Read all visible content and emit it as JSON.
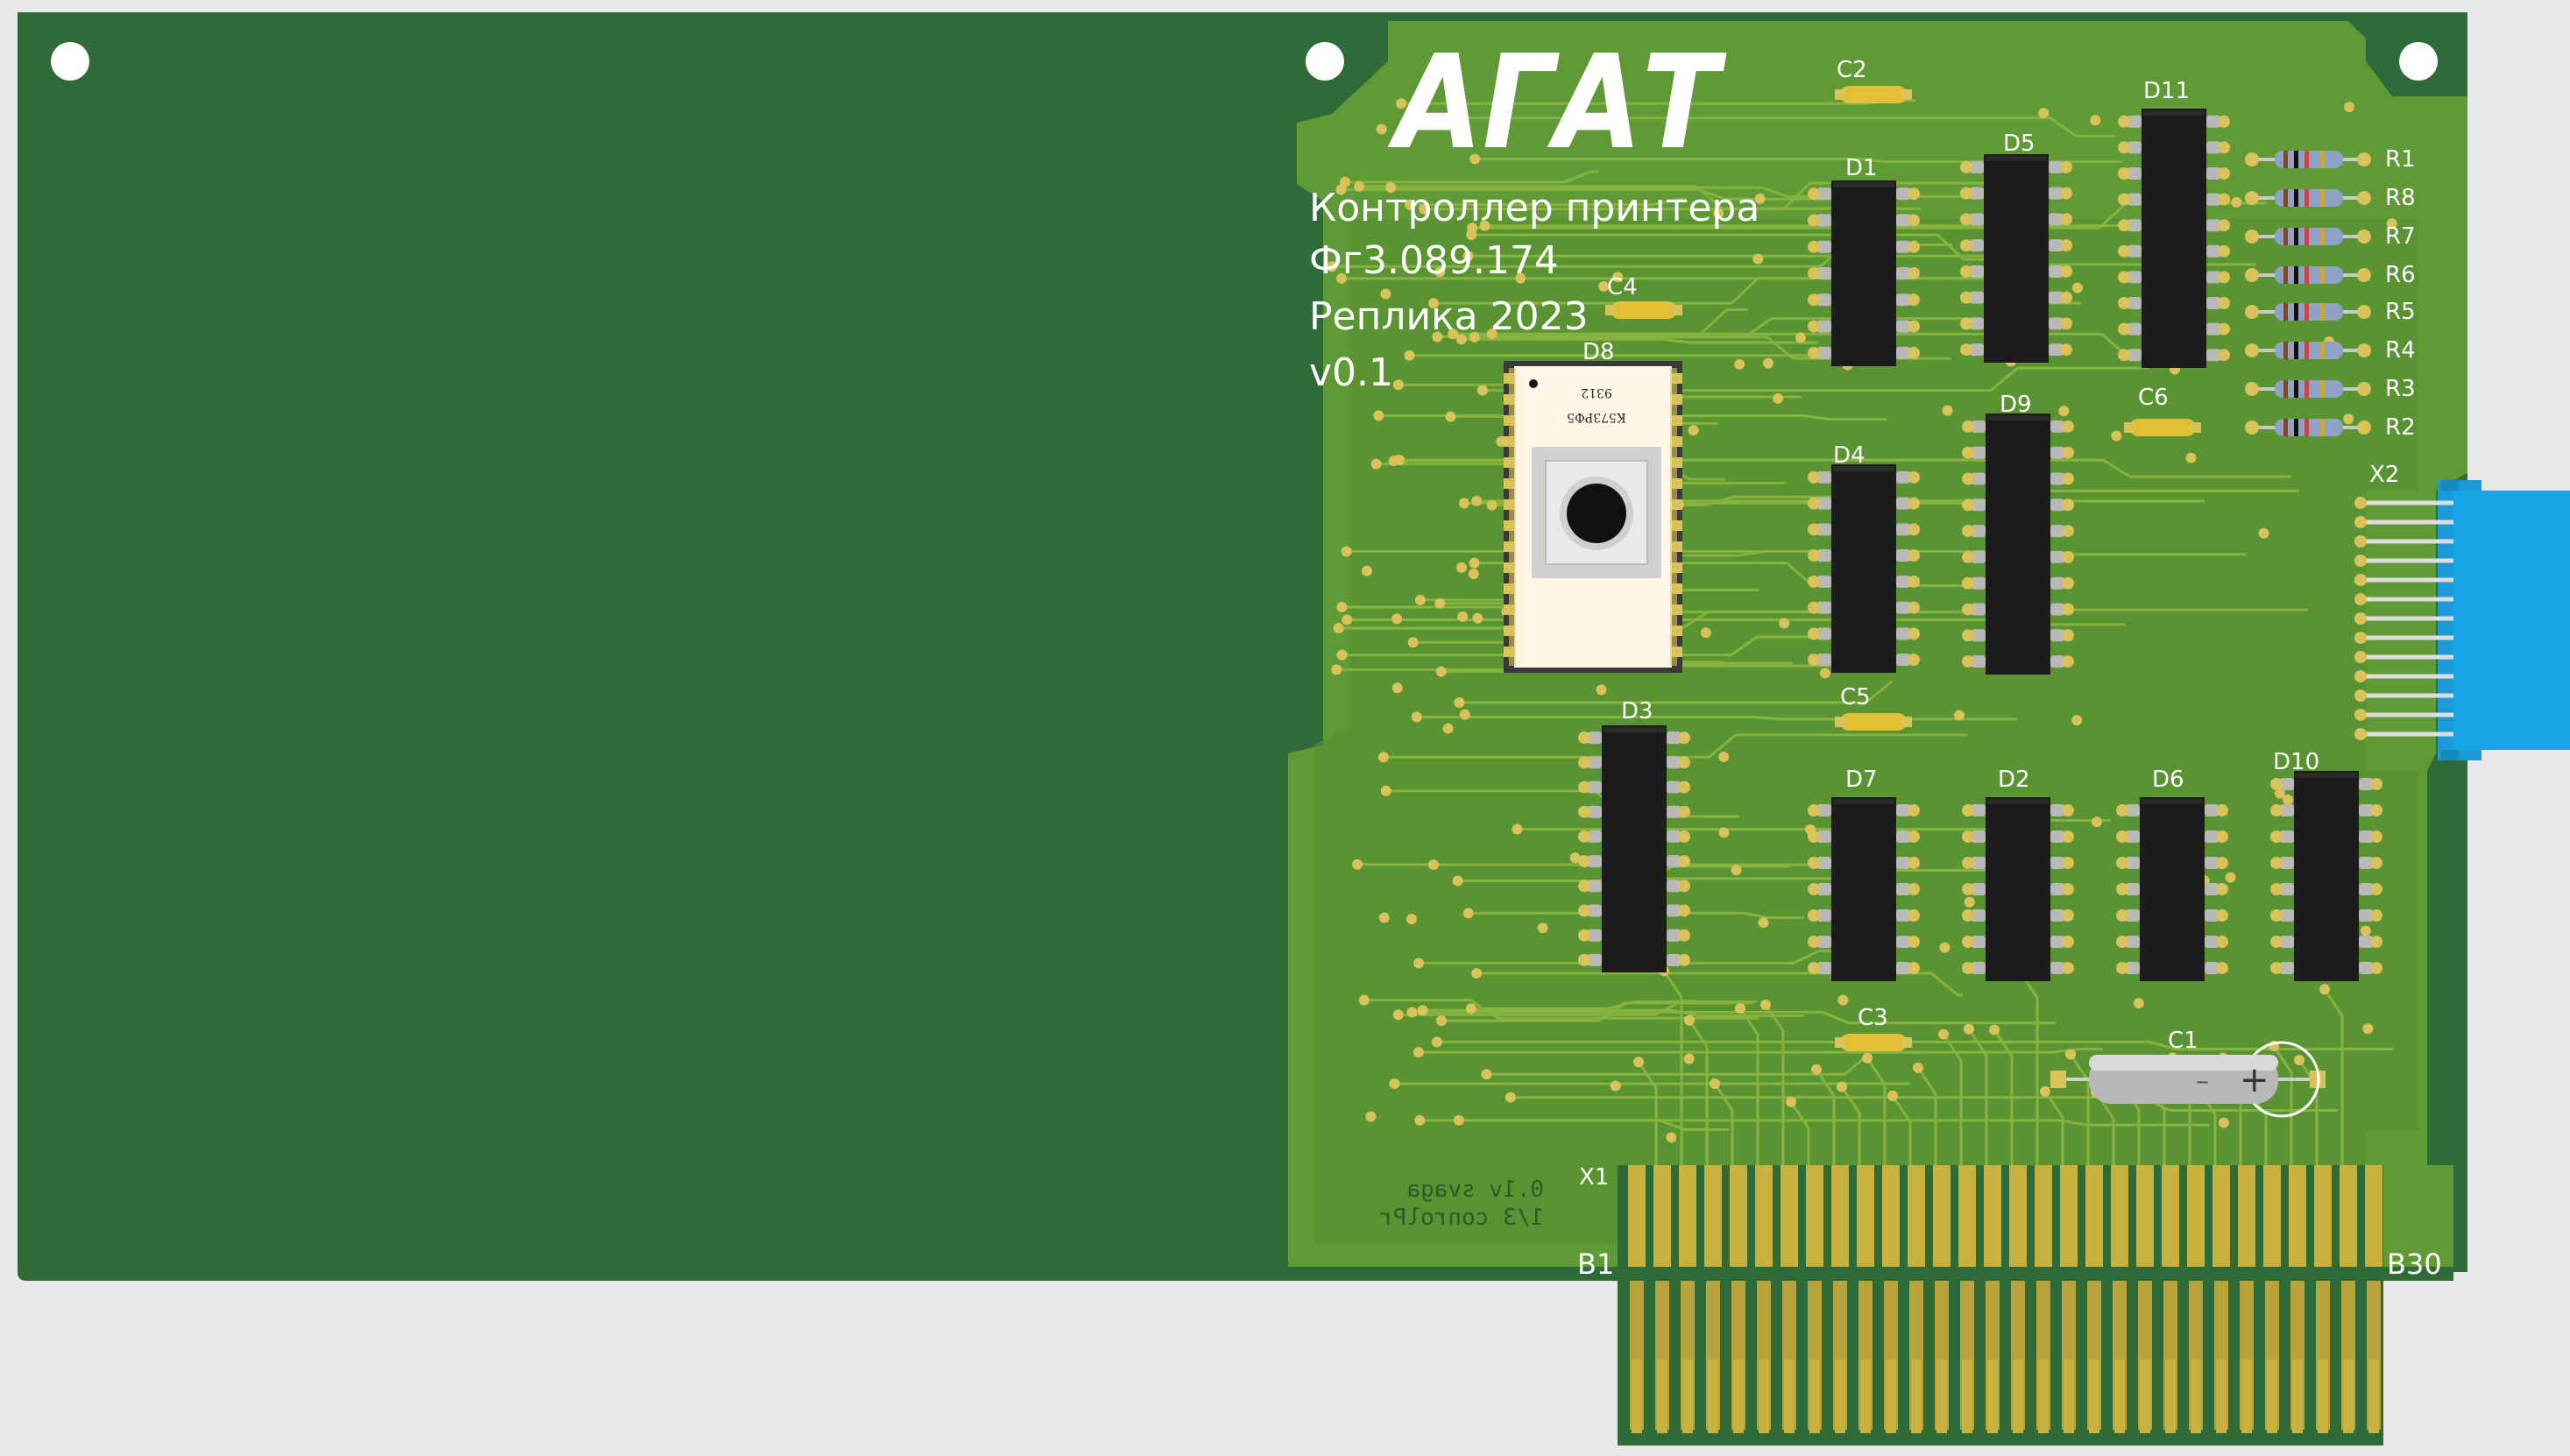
{
  "board": {
    "logo": "АГАТ",
    "title_line1": "Контроллер принтера",
    "title_line2": "Фг3.089.174",
    "title_line3": "Реплика 2023",
    "version": "v0.1",
    "bottom_copper_line1": "0.1v svaga",
    "bottom_copper_line2": "1/3 conrolPr"
  },
  "components": {
    "C2": "C2",
    "C4": "C4",
    "C5": "C5",
    "C6": "C6",
    "C3": "C3",
    "C1": "C1",
    "D1": "D1",
    "D2": "D2",
    "D3": "D3",
    "D4": "D4",
    "D5": "D5",
    "D6": "D6",
    "D7": "D7",
    "D8": "D8",
    "D9": "D9",
    "D10": "D10",
    "D11": "D11",
    "R1": "R1",
    "R2": "R2",
    "R3": "R3",
    "R4": "R4",
    "R5": "R5",
    "R6": "R6",
    "R7": "R7",
    "R8": "R8",
    "X1": "X1",
    "X2": "X2",
    "B1": "B1",
    "B30": "B30"
  },
  "chip_marking": {
    "line1": "К573РФ5",
    "line2": "9312"
  },
  "colors": {
    "background": "#e8e8e8",
    "substrate": "#2e6b38",
    "copper_pour": "#5f9a36",
    "trace": "#86b33f",
    "pad": "#d9c25a",
    "gold": "#c9b13f",
    "chip": "#1c1c1c",
    "connector": "#19a5e6",
    "silkscreen": "#ffffff"
  }
}
